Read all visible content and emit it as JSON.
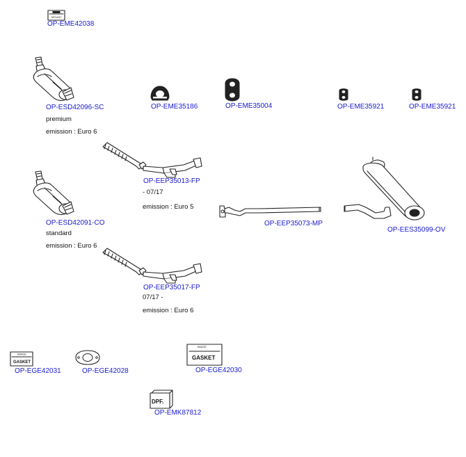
{
  "colors": {
    "link": "#1a1acc",
    "text": "#111111",
    "line": "#222222"
  },
  "parts": {
    "mount_kit": {
      "code": "OP-EME42038",
      "icon": "mount-kit-box-icon",
      "box_label": "MOUNT"
    },
    "dpf_premium": {
      "code": "OP-ESD42096-SC",
      "grade": "premium",
      "emission": "emission : Euro 6",
      "icon": "diesel-particulate-filter-icon"
    },
    "hanger_round": {
      "code": "OP-EME35186",
      "icon": "rubber-hanger-icon"
    },
    "hanger_eye": {
      "code": "OP-EME35004",
      "icon": "rubber-mount-eye-icon"
    },
    "bush_a": {
      "code": "OP-EME35921",
      "icon": "rubber-bush-icon"
    },
    "bush_b": {
      "code": "OP-EME35921",
      "icon": "rubber-bush-icon"
    },
    "front_pipe_a": {
      "code": "OP-EEP35013-FP",
      "date": "- 07/17",
      "emission": "emission : Euro 5",
      "icon": "front-pipe-flex-icon"
    },
    "dpf_standard": {
      "code": "OP-ESD42091-CO",
      "grade": "standard",
      "emission": "emission : Euro 6",
      "icon": "diesel-particulate-filter-icon"
    },
    "mid_pipe": {
      "code": "OP-EEP35073-MP",
      "icon": "middle-pipe-icon"
    },
    "rear_silencer": {
      "code": "OP-EES35099-OV",
      "icon": "rear-silencer-icon"
    },
    "front_pipe_b": {
      "code": "OP-EEP35017-FP",
      "date": "07/17 -",
      "emission": "emission : Euro 6",
      "icon": "front-pipe-flex-icon"
    },
    "gasket_a": {
      "code": "OP-EGE42031",
      "icon": "gasket-box-icon",
      "box_label": "GASKET",
      "box_top": "IMAGE"
    },
    "gasket_ring": {
      "code": "OP-EGE42028",
      "icon": "flange-gasket-icon"
    },
    "gasket_b": {
      "code": "OP-EGE42030",
      "icon": "gasket-box-icon",
      "box_label": "GASKET",
      "box_top": "IMAGE"
    },
    "dpf_kit": {
      "code": "OP-EMK87812",
      "icon": "dpf-kit-box-icon",
      "box_label": "DPF."
    }
  }
}
